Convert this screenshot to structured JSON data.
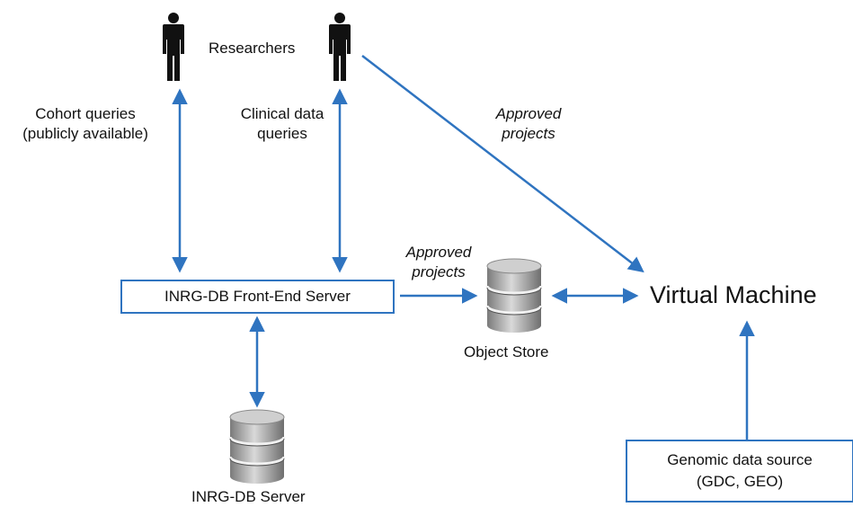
{
  "labels": {
    "researchers": "Researchers",
    "cohort_queries_l1": "Cohort queries",
    "cohort_queries_l2": "(publicly available)",
    "clinical_queries_l1": "Clinical data",
    "clinical_queries_l2": "queries",
    "approved_top_l1": "Approved",
    "approved_top_l2": "projects",
    "approved_mid_l1": "Approved",
    "approved_mid_l2": "projects",
    "object_store": "Object Store",
    "db_server": "INRG-DB Server"
  },
  "nodes": {
    "front_end": "INRG-DB Front-End Server",
    "virtual_machine": "Virtual Machine",
    "genomic_l1": "Genomic data source",
    "genomic_l2": "(GDC, GEO)"
  },
  "icons": {
    "person": "person-icon",
    "database": "database-icon"
  },
  "colors": {
    "arrow": "#2f74c0",
    "box_border": "#2f74c0"
  }
}
